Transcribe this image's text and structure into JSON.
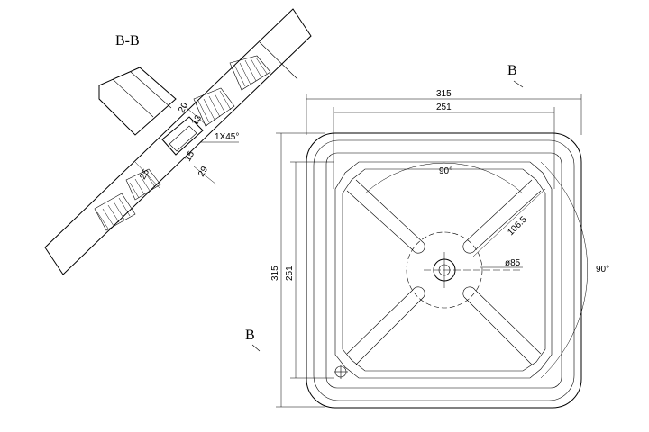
{
  "section_title": "B-B",
  "section_marker_top": "B",
  "section_marker_bottom": "B",
  "plan_dimensions": {
    "outer_width": "315",
    "inner_width": "251",
    "outer_height": "315",
    "inner_height": "251",
    "slot_length": "106.5",
    "hub_diameter": "ø85",
    "angle_top": "90°",
    "angle_right": "90°"
  },
  "section_dimensions": {
    "d20": "20",
    "d13": "13",
    "chamfer": "1X45°",
    "d15": "15",
    "d29": "29",
    "d25": "25"
  }
}
